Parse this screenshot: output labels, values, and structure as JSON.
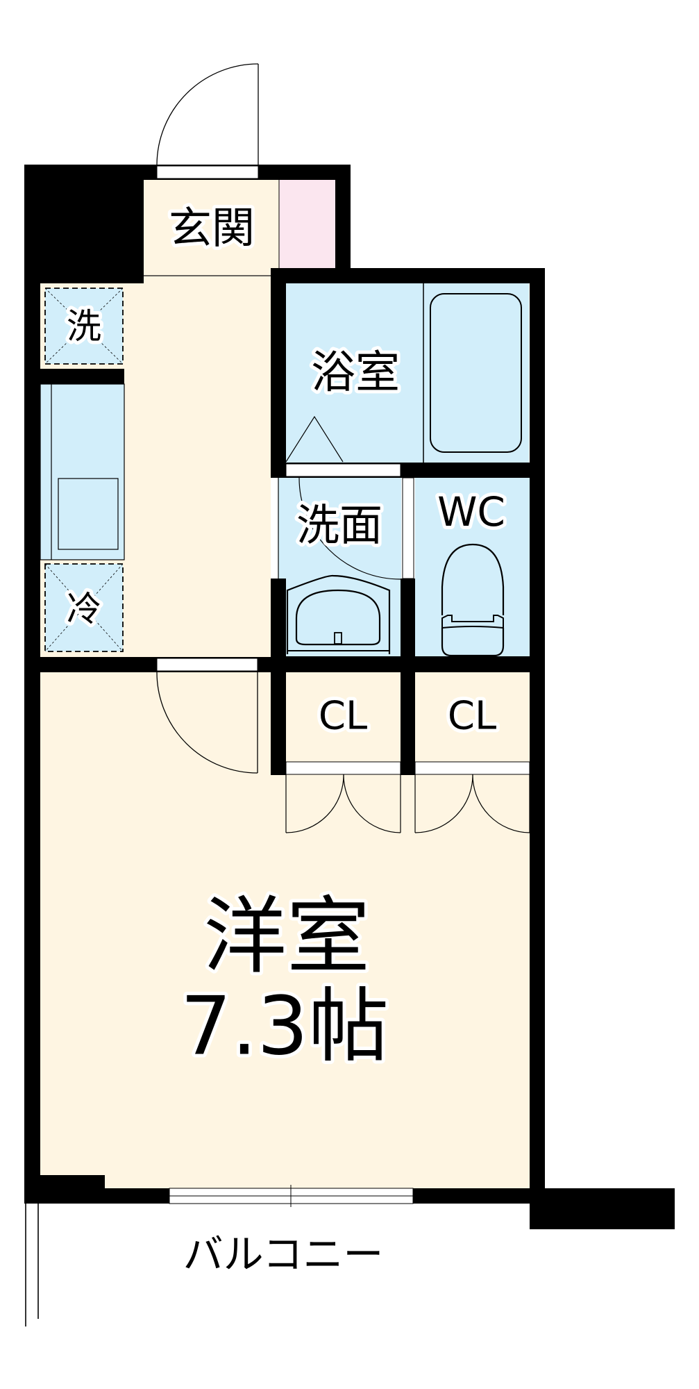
{
  "floorplan": {
    "colors": {
      "wall": "#000000",
      "floor_wood": "#FEF5E2",
      "wet_area": "#D2EEFA",
      "storage": "#FBE6EF",
      "opening": "#FFFFFF"
    },
    "rooms": {
      "genkan": "玄関",
      "washer_space": "洗",
      "fridge_space": "冷",
      "bathroom": "浴室",
      "washroom": "洗面",
      "toilet": "WC",
      "closet_1": "CL",
      "closet_2": "CL",
      "western_room_name": "洋室",
      "western_room_size": "7.3帖",
      "balcony": "バルコニー"
    }
  }
}
